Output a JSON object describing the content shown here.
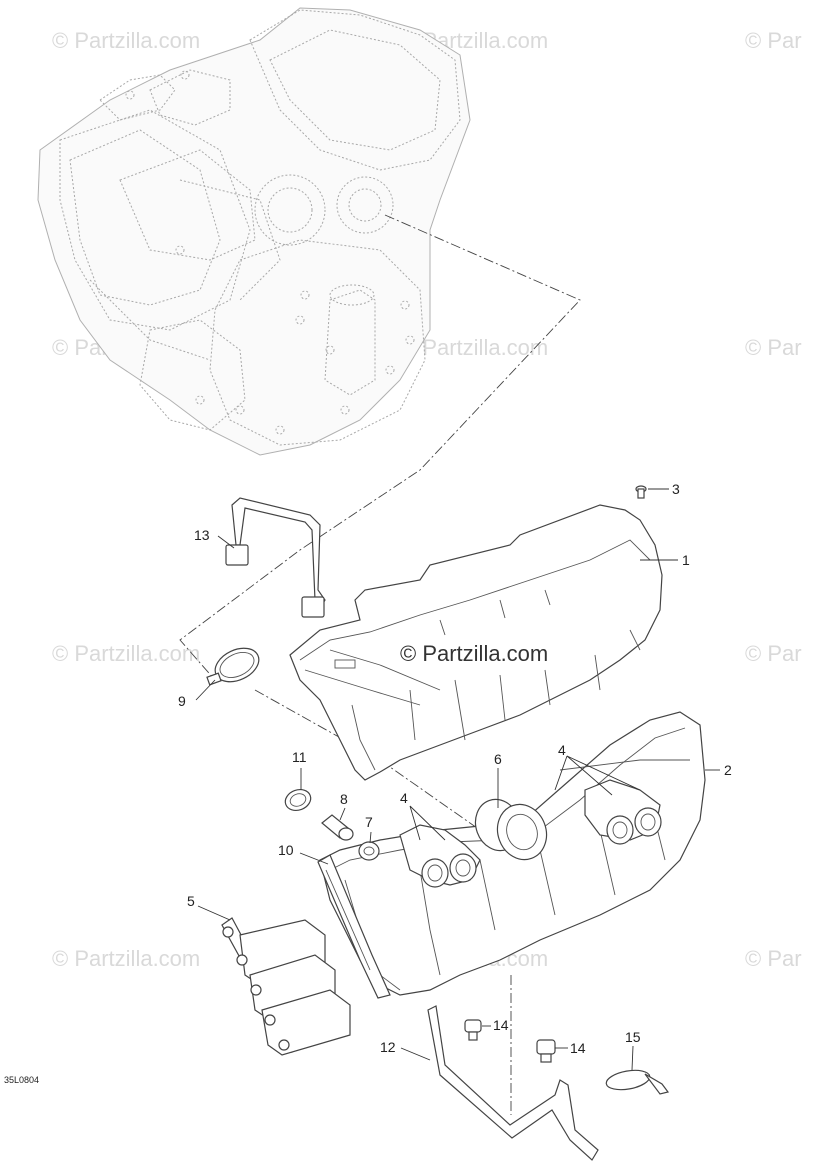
{
  "watermark": "© Partzilla.com",
  "watermark_partial": "© Par",
  "center_watermark": "© Partzilla.com",
  "drawing_code": "35L0804",
  "callouts": {
    "c1": "1",
    "c2": "2",
    "c3": "3",
    "c4a": "4",
    "c4b": "4",
    "c5": "5",
    "c6": "6",
    "c7": "7",
    "c8": "8",
    "c9": "9",
    "c10": "10",
    "c11": "11",
    "c12": "12",
    "c13": "13",
    "c14a": "14",
    "c14b": "14",
    "c15": "15"
  }
}
